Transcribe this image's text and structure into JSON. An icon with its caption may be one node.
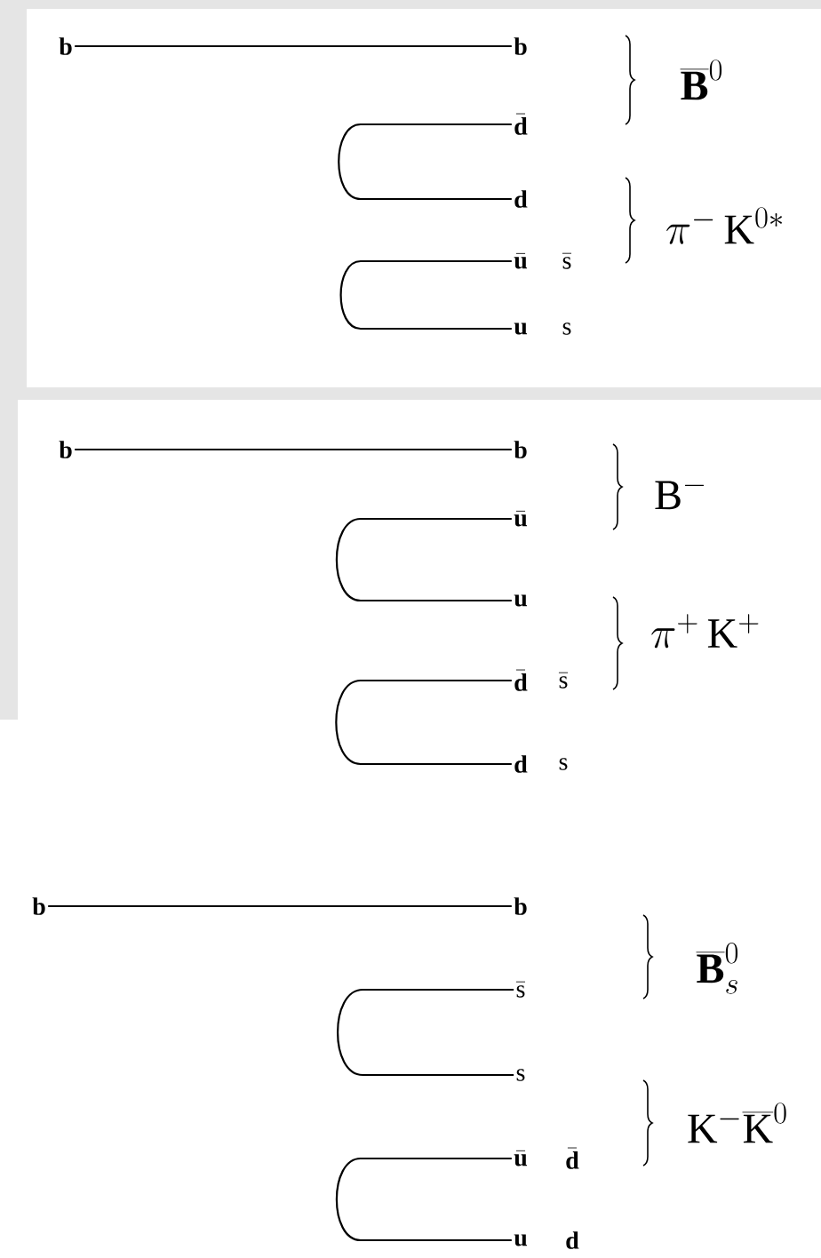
{
  "diagram": {
    "nodes": [
      {
        "text": [
          "\\mathbf{b}"
        ]
      },
      {
        "text": [
          "\\mathbf{b}"
        ]
      },
      {
        "text": [
          "\\bar{\\mathbf{d}}"
        ]
      },
      {
        "text": [
          "\\mathbf{d}"
        ]
      },
      {
        "text": [
          "\\bar{\\mathbf{u}}"
        ]
      },
      {
        "text": [
          "\\mathbf{u}"
        ]
      },
      {
        "text": [
          "\\mathbf{b}"
        ]
      },
      {
        "text": [
          "\\mathbf{b}"
        ]
      },
      {
        "text": [
          "\\bar{\\mathbf{u}}"
        ]
      },
      {
        "text": [
          "\\mathbf{u}"
        ]
      },
      {
        "text": [
          "\\bar{\\mathbf{d}}"
        ]
      },
      {
        "text": [
          "\\mathbf{d}"
        ]
      },
      {
        "text": [
          "\\mathbf{b}"
        ]
      },
      {
        "text": [
          "\\mathbf{b}"
        ]
      },
      {
        "text": [
          "\\bar{\\mathrm{s}}"
        ]
      },
      {
        "text": [
          "\\mathrm{s}"
        ]
      },
      {
        "text": [
          "\\bar{\\mathbf{u}}"
        ]
      },
      {
        "text": [
          "\\mathbf{u}"
        ]
      }
    ],
    "edges": [
      {
        "from": 0,
        "to": 1,
        "arrow": "none"
      },
      {
        "from": 2,
        "to": 3,
        "arrow": "none"
      },
      {
        "from": 4,
        "to": 5,
        "arrow": "none"
      },
      {
        "from": 6,
        "to": 7,
        "arrow": "none"
      },
      {
        "from": 8,
        "to": 9,
        "arrow": "none"
      },
      {
        "from": 10,
        "to": 11,
        "arrow": "none"
      },
      {
        "from": 12,
        "to": 13,
        "arrow": "none"
      },
      {
        "from": 14,
        "to": 15,
        "arrow": "none"
      },
      {
        "from": 16,
        "to": 17,
        "arrow": "none"
      }
    ],
    "labels": [
      "\\overline{\\mathbf{B}}^0",
      "\\pi^-\\,\\mathrm{K}^{0*}",
      "\\bar{\\mathrm{s}}",
      "\\mathrm{s}",
      "\\mathrm{B}^-",
      "\\pi^+\\,\\mathrm{K}^+",
      "\\bar{\\mathrm{s}}",
      "\\mathrm{s}",
      "\\overline{\\mathbf{B}}^0_s",
      "\\mathrm{K}^-\\overline{\\mathrm{K}}^0",
      "\\bar{\\mathbf{d}}",
      "\\mathbf{d}"
    ]
  }
}
